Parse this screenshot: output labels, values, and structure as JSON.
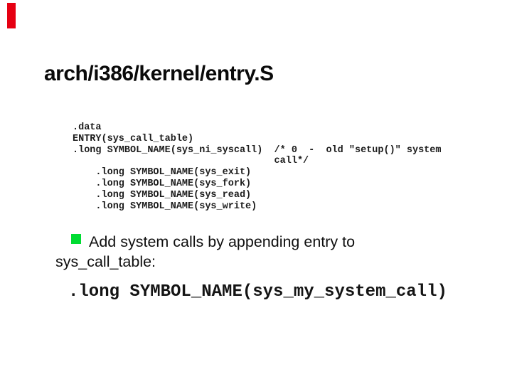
{
  "slide": {
    "accent_bar_color": "#e60012",
    "title": "arch/i386/kernel/entry.S",
    "code_block": {
      "lines": [
        ".data",
        "ENTRY(sys_call_table)",
        ".long SYMBOL_NAME(sys_ni_syscall)  /* 0  -  old \"setup()\" system",
        "                                   call*/",
        "    .long SYMBOL_NAME(sys_exit)",
        "    .long SYMBOL_NAME(sys_fork)",
        "    .long SYMBOL_NAME(sys_read)",
        "    .long SYMBOL_NAME(sys_write)"
      ]
    },
    "bullet": {
      "marker_color": "#00dc32",
      "line1": "Add system calls by appending entry to",
      "line2": "sys_call_table:"
    },
    "append_code_line": ".long SYMBOL_NAME(sys_my_system_call)"
  }
}
